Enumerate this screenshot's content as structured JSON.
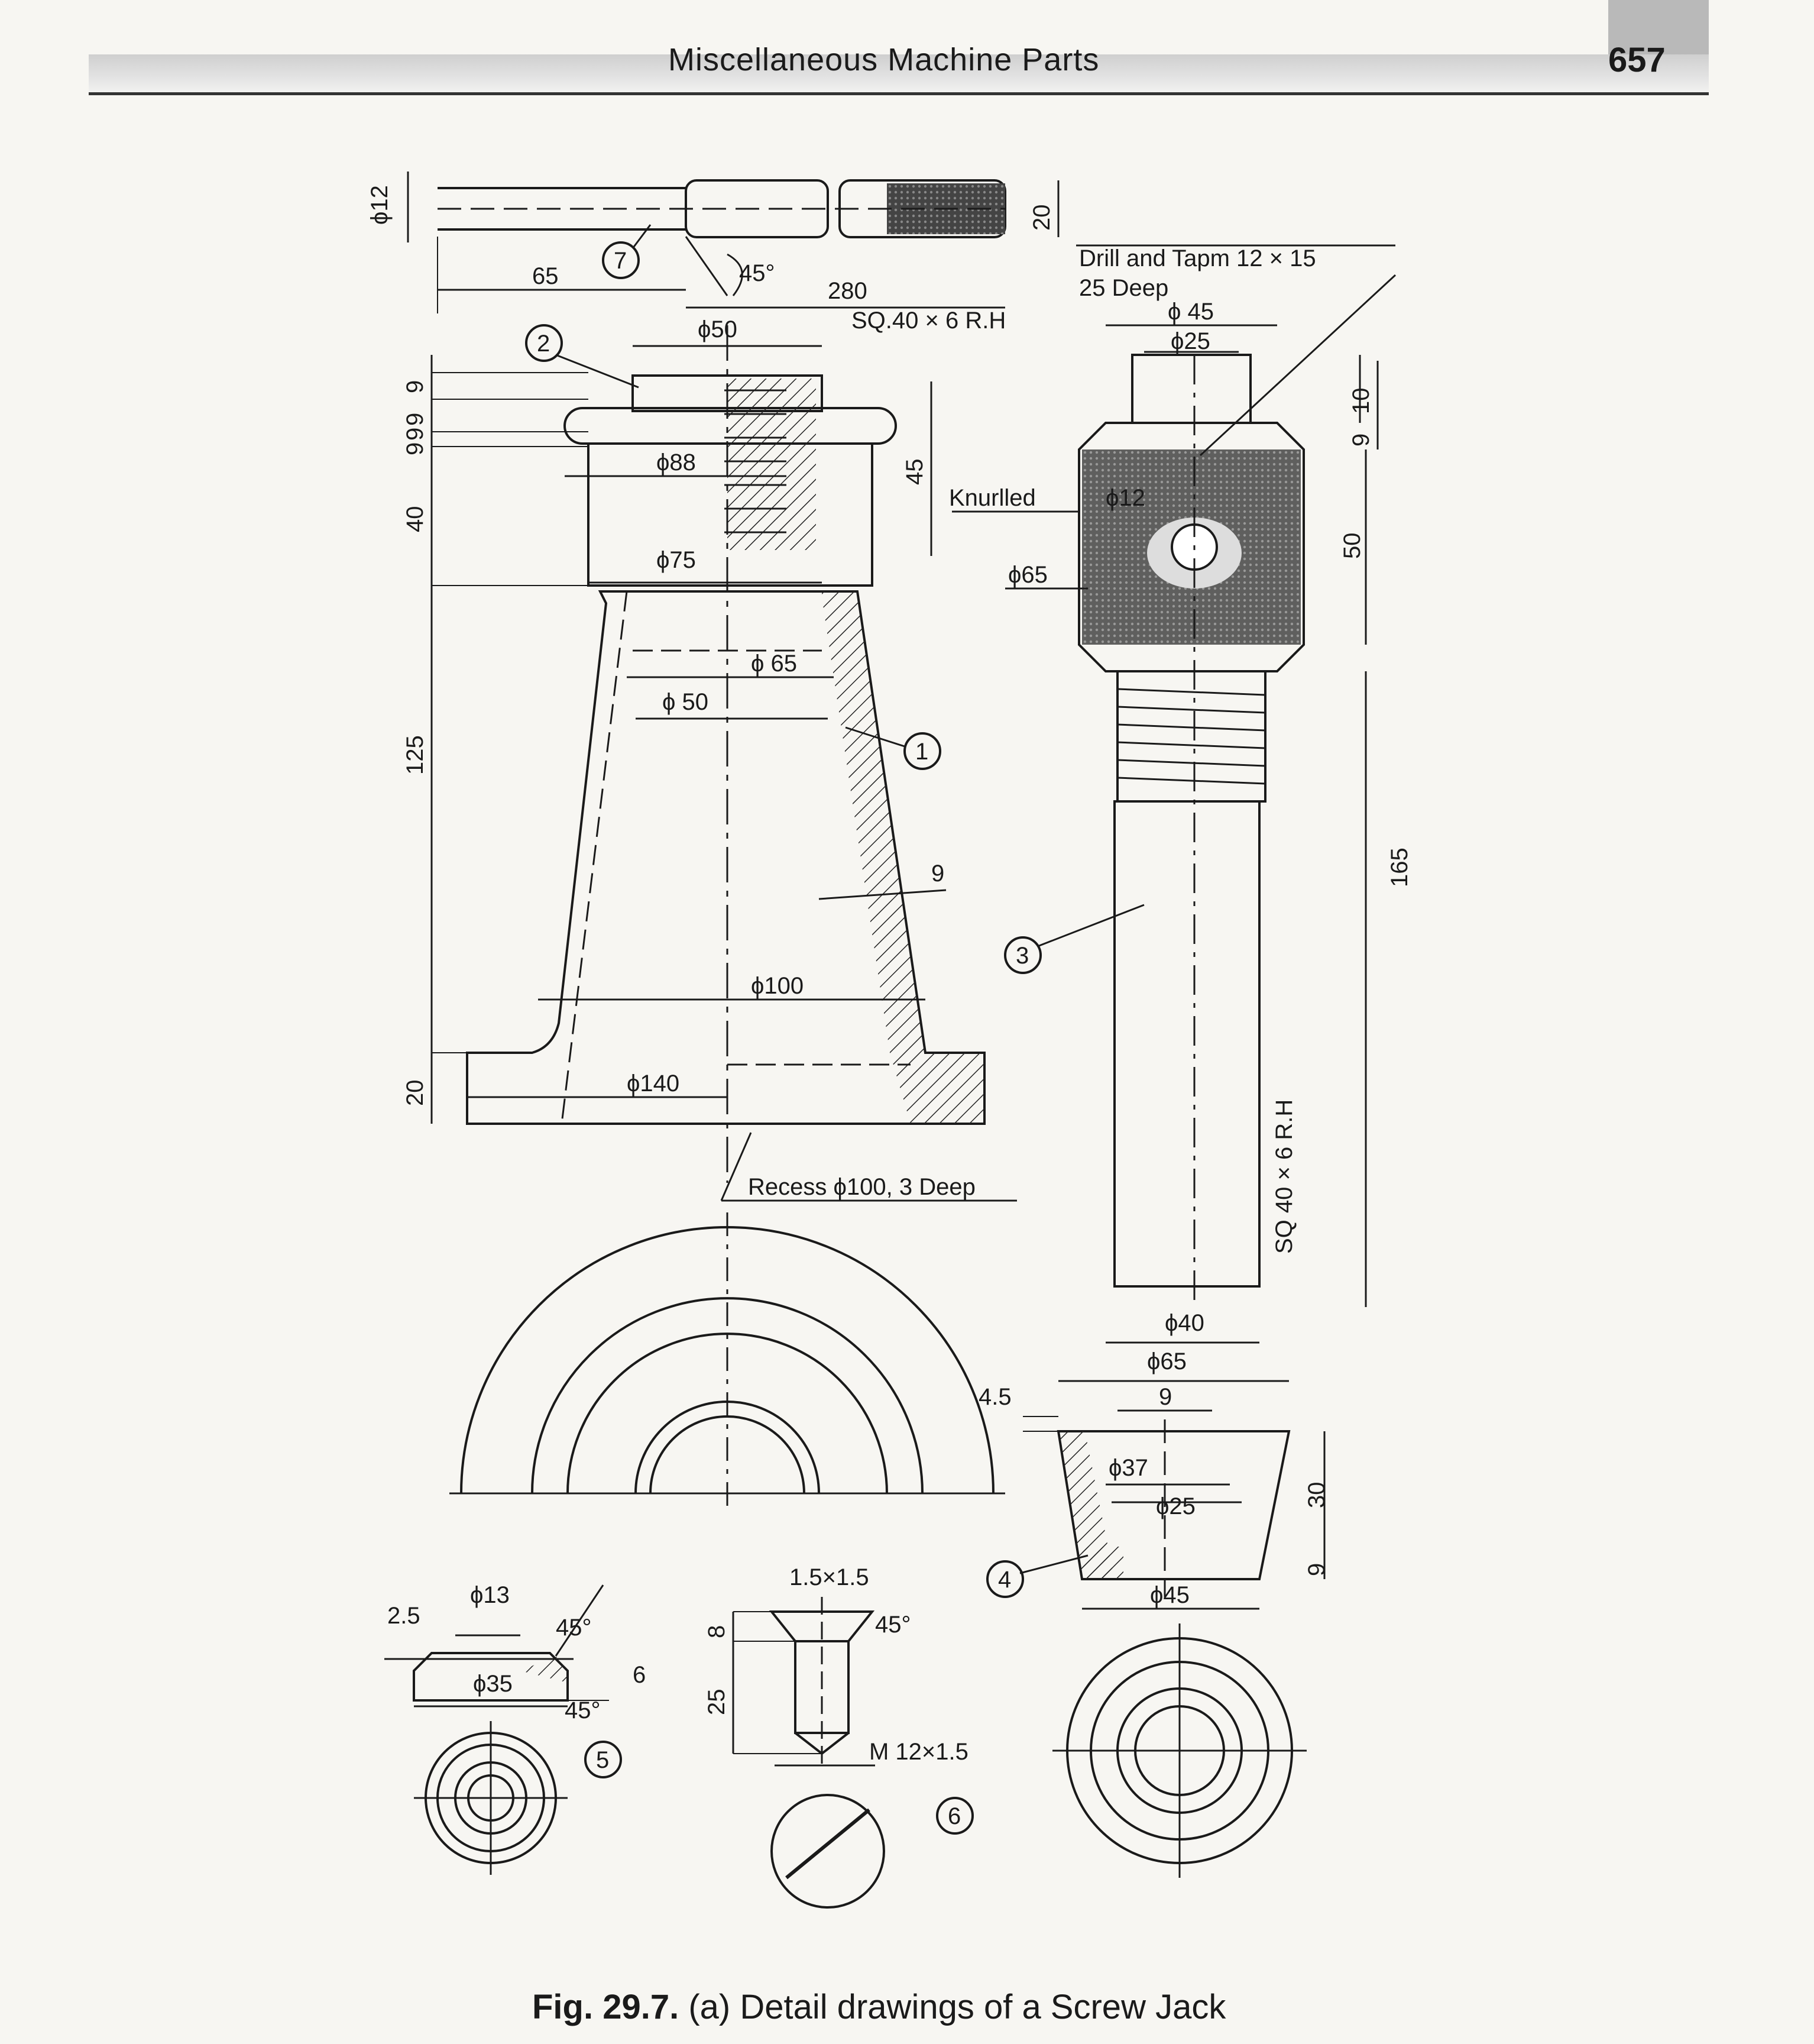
{
  "header": {
    "running_head": "Miscellaneous Machine Parts",
    "page_number": "657"
  },
  "caption": {
    "fig_label": "Fig. 29.7.",
    "text": "(a) Detail drawings of a Screw Jack"
  },
  "labels": {
    "handle_dia": "ϕ12",
    "handle_len": "65",
    "handle_chamfer": "45°",
    "handle_total": "280",
    "handle_end": "20",
    "nut_top_dia": "ϕ50",
    "nut_thread": "SQ.40 × 6 R.H",
    "nut_9a": "9",
    "nut_9b": "9",
    "nut_9c": "9",
    "nut_9d": "9",
    "nut_dia88": "ϕ88",
    "nut_h45": "45",
    "nut_h40": "40",
    "nut_dia75": "ϕ75",
    "body_dia65": "ϕ 65",
    "body_dia50": "ϕ 50",
    "body_h125": "125",
    "body_wall": "9",
    "body_dia100": "ϕ100",
    "body_base_h": "20",
    "body_base_dia": "ϕ140",
    "body_recess": "Recess ϕ100, 3 Deep",
    "screw_drill": "Drill and Tapm 12 × 15",
    "screw_deep": "25 Deep",
    "screw_dia45": "ϕ 45",
    "screw_dia25": "ϕ25",
    "screw_h10": "10",
    "screw_h9": "9",
    "screw_knurl": "Knurlled",
    "screw_hole": "ϕ12",
    "screw_dia65": "ϕ65",
    "screw_h50": "50",
    "screw_h165": "165",
    "screw_thread": "SQ 40 × 6 R.H",
    "screw_dia40": "ϕ40",
    "cup_dia65": "ϕ65",
    "cup_slot": "9",
    "cup_45": "4.5",
    "cup_dia37": "ϕ37",
    "cup_dia25": "ϕ25",
    "cup_h30": "30",
    "cup_h9": "9",
    "cup_dia45": "ϕ45",
    "washer_25": "2.5",
    "washer_dia13": "ϕ13",
    "washer_45a": "45°",
    "washer_6": "6",
    "washer_dia35": "ϕ35",
    "washer_45b": "45°",
    "screw6_ch": "1.5×1.5",
    "screw6_45": "45°",
    "screw6_8": "8",
    "screw6_25": "25",
    "screw6_m": "M 12×1.5",
    "part1": "1",
    "part2": "2",
    "part3": "3",
    "part4": "4",
    "part5": "5",
    "part6": "6",
    "part7": "7"
  }
}
